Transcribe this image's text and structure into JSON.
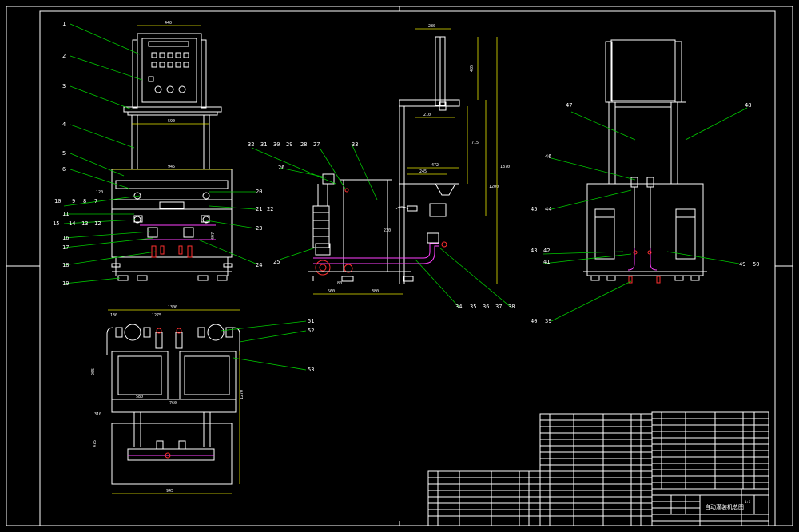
{
  "part_labels": {
    "front": [
      "1",
      "2",
      "3",
      "4",
      "5",
      "6",
      "7",
      "8",
      "9",
      "10",
      "11",
      "12",
      "13",
      "14",
      "15",
      "16",
      "17",
      "18",
      "19",
      "20",
      "21",
      "22",
      "23",
      "24"
    ],
    "side": [
      "25",
      "26",
      "27",
      "28",
      "29",
      "30",
      "31",
      "32",
      "33",
      "34",
      "35",
      "36",
      "37",
      "38"
    ],
    "right": [
      "39",
      "40",
      "41",
      "42",
      "43",
      "44",
      "45",
      "46",
      "47",
      "48",
      "49",
      "50"
    ],
    "top": [
      "51",
      "52",
      "53"
    ]
  },
  "dimensions": {
    "front_top_width": "440",
    "front_mid_width": "590",
    "front_base_width": "945",
    "front_side_a": "120",
    "front_side_b": "497",
    "side_top": "280",
    "side_h1": "485",
    "side_h2": "210",
    "side_d1": "472",
    "side_d2": "245",
    "side_h3": "715",
    "side_h4": "1200",
    "side_h5": "1870",
    "side_b1": "560",
    "side_b2": "380",
    "side_v1": "80",
    "side_v2": "230",
    "plan_w1": "1300",
    "plan_a": "130",
    "plan_b": "1275",
    "plan_c": "580",
    "plan_d": "760",
    "plan_e": "1270",
    "plan_f": "475",
    "plan_g": "945",
    "plan_h": "265",
    "plan_i": "310"
  },
  "title_block": {
    "drawing_title": "自动灌装机总图",
    "scale": "1:5"
  }
}
